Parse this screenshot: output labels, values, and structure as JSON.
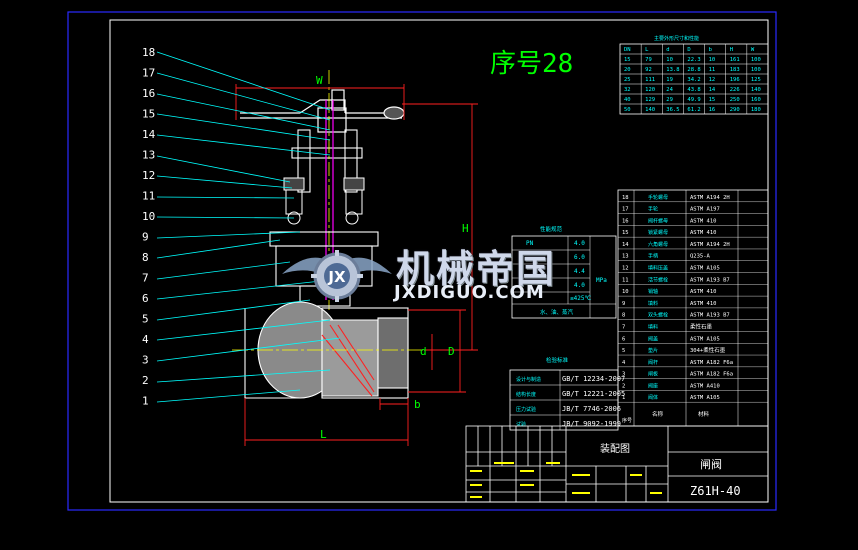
{
  "drawing": {
    "serial_label": "序号28",
    "leaders": [
      "18",
      "17",
      "16",
      "15",
      "14",
      "13",
      "12",
      "11",
      "10",
      "9",
      "8",
      "7",
      "6",
      "5",
      "4",
      "3",
      "2",
      "1"
    ],
    "dims": {
      "w": "W",
      "h": "H",
      "l": "L",
      "d": "d",
      "d_big": "D",
      "b": "b"
    }
  },
  "size_table": {
    "title": "主要外形尺寸和性能",
    "headers": [
      "DN",
      "L",
      "d",
      "D",
      "b",
      "H",
      "W"
    ],
    "rows": [
      [
        "15",
        "79",
        "10",
        "22.3",
        "10",
        "161",
        "100"
      ],
      [
        "20",
        "92",
        "13.8",
        "28.8",
        "11",
        "183",
        "100"
      ],
      [
        "25",
        "111",
        "19",
        "34.2",
        "12",
        "196",
        "125"
      ],
      [
        "32",
        "120",
        "24",
        "43.8",
        "14",
        "226",
        "140"
      ],
      [
        "40",
        "129",
        "29",
        "49.9",
        "15",
        "250",
        "160"
      ],
      [
        "50",
        "140",
        "36.5",
        "61.2",
        "16",
        "290",
        "180"
      ]
    ]
  },
  "perf_table": {
    "title": "性能规范",
    "pn_label": "PN",
    "rows": [
      "4.0",
      "6.0",
      "4.4",
      "4.0"
    ],
    "unit": "MPa",
    "temp": "≤425℃",
    "medium": "水、油、蒸汽"
  },
  "std_table": {
    "title": "检验标准",
    "rows": [
      {
        "k": "设计与制造",
        "v": "GB/T 12234-2007"
      },
      {
        "k": "结构长度",
        "v": "GB/T 12221-2005"
      },
      {
        "k": "压力试验",
        "v": "JB/T 7746-2006"
      },
      {
        "k": "试验",
        "v": "JB/T 9092-1999"
      }
    ]
  },
  "parts_table": {
    "rows": [
      {
        "n": "18",
        "name": "手轮螺母",
        "mat": "ASTM A194 2H"
      },
      {
        "n": "17",
        "name": "手轮",
        "mat": "ASTM A197"
      },
      {
        "n": "16",
        "name": "阀杆螺母",
        "mat": "ASTM 410"
      },
      {
        "n": "15",
        "name": "锁紧螺母",
        "mat": "ASTM 410"
      },
      {
        "n": "14",
        "name": "六角螺母",
        "mat": "ASTM A194 2H"
      },
      {
        "n": "13",
        "name": "手柄",
        "mat": "Q235-A"
      },
      {
        "n": "12",
        "name": "填料压盖",
        "mat": "ASTM A105"
      },
      {
        "n": "11",
        "name": "活节螺栓",
        "mat": "ASTM A193 B7"
      },
      {
        "n": "10",
        "name": "销轴",
        "mat": "ASTM 410"
      },
      {
        "n": "9",
        "name": "填料",
        "mat": "ASTM 410"
      },
      {
        "n": "8",
        "name": "双头螺栓",
        "mat": "ASTM A193 B7"
      },
      {
        "n": "7",
        "name": "填料",
        "mat": "柔性石墨"
      },
      {
        "n": "6",
        "name": "阀盖",
        "mat": "ASTM A105"
      },
      {
        "n": "5",
        "name": "垫片",
        "mat": "304+柔性石墨"
      },
      {
        "n": "4",
        "name": "阀杆",
        "mat": "ASTM A182 F6a"
      },
      {
        "n": "3",
        "name": "闸板",
        "mat": "ASTM A182 F6a"
      },
      {
        "n": "2",
        "name": "阀座",
        "mat": "ASTM A410"
      },
      {
        "n": "1",
        "name": "阀体",
        "mat": "ASTM A105"
      }
    ],
    "footer": {
      "n": "序号",
      "name": "名称",
      "mat": "材料"
    }
  },
  "title_block": {
    "drawing_name": "装配图",
    "part_name": "闸阀",
    "model": "Z61H-40"
  },
  "watermark": {
    "title": "机械帝国",
    "url": "JXDIGUO.COM"
  },
  "colors": {
    "frame": "#ffffff",
    "border": "#2323ff",
    "cyan": "#00ffff",
    "green": "#00ff00",
    "yellow": "#ffff00",
    "red": "#ff2020",
    "magenta": "#ff00ff",
    "gray": "#a0a0a0"
  }
}
